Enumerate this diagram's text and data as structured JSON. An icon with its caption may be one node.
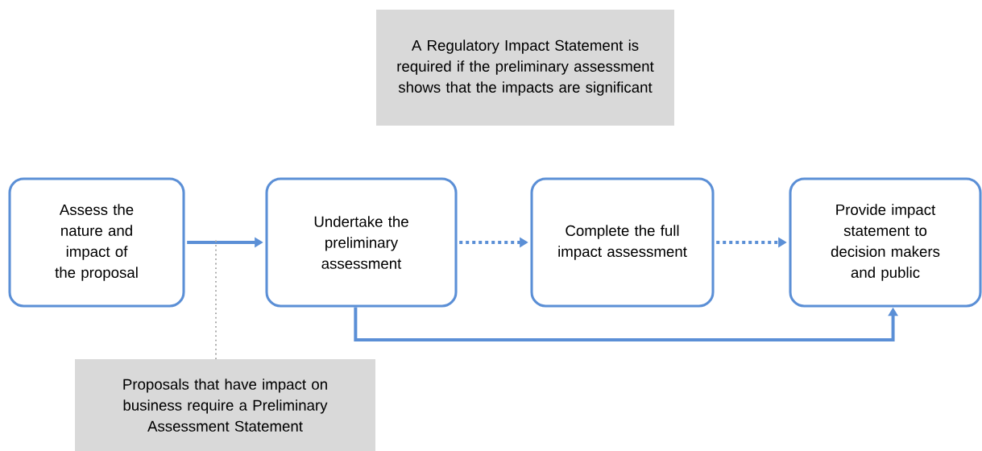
{
  "diagram": {
    "nodes": [
      {
        "text": [
          "A Regulatory Impact Statement is required if the preliminary assessment shows that the impacts are significant"
        ]
      },
      {
        "text": [
          "Assess the nature and impact of the proposal"
        ]
      },
      {
        "text": [
          "Undertake the preliminary assessment"
        ]
      },
      {
        "text": [
          "Complete the full impact assessment"
        ]
      },
      {
        "text": [
          "Provide impact statement to decision makers and public"
        ]
      },
      {
        "text": [
          "Proposals that have impact on business require a Preliminary Assessment Statement"
        ]
      }
    ],
    "edges": [
      {
        "from": 1,
        "to": 2,
        "arrow": "to"
      },
      {
        "from": 2,
        "to": 3,
        "arrow": "to",
        "style": "dashed"
      },
      {
        "from": 3,
        "to": 4,
        "arrow": "to",
        "style": "dashed"
      },
      {
        "from": 2,
        "to": 4,
        "arrow": "to"
      },
      {
        "from": 5,
        "to": null,
        "arrow": "none",
        "style": "dashed",
        "color": "#a6a6a6"
      }
    ]
  }
}
